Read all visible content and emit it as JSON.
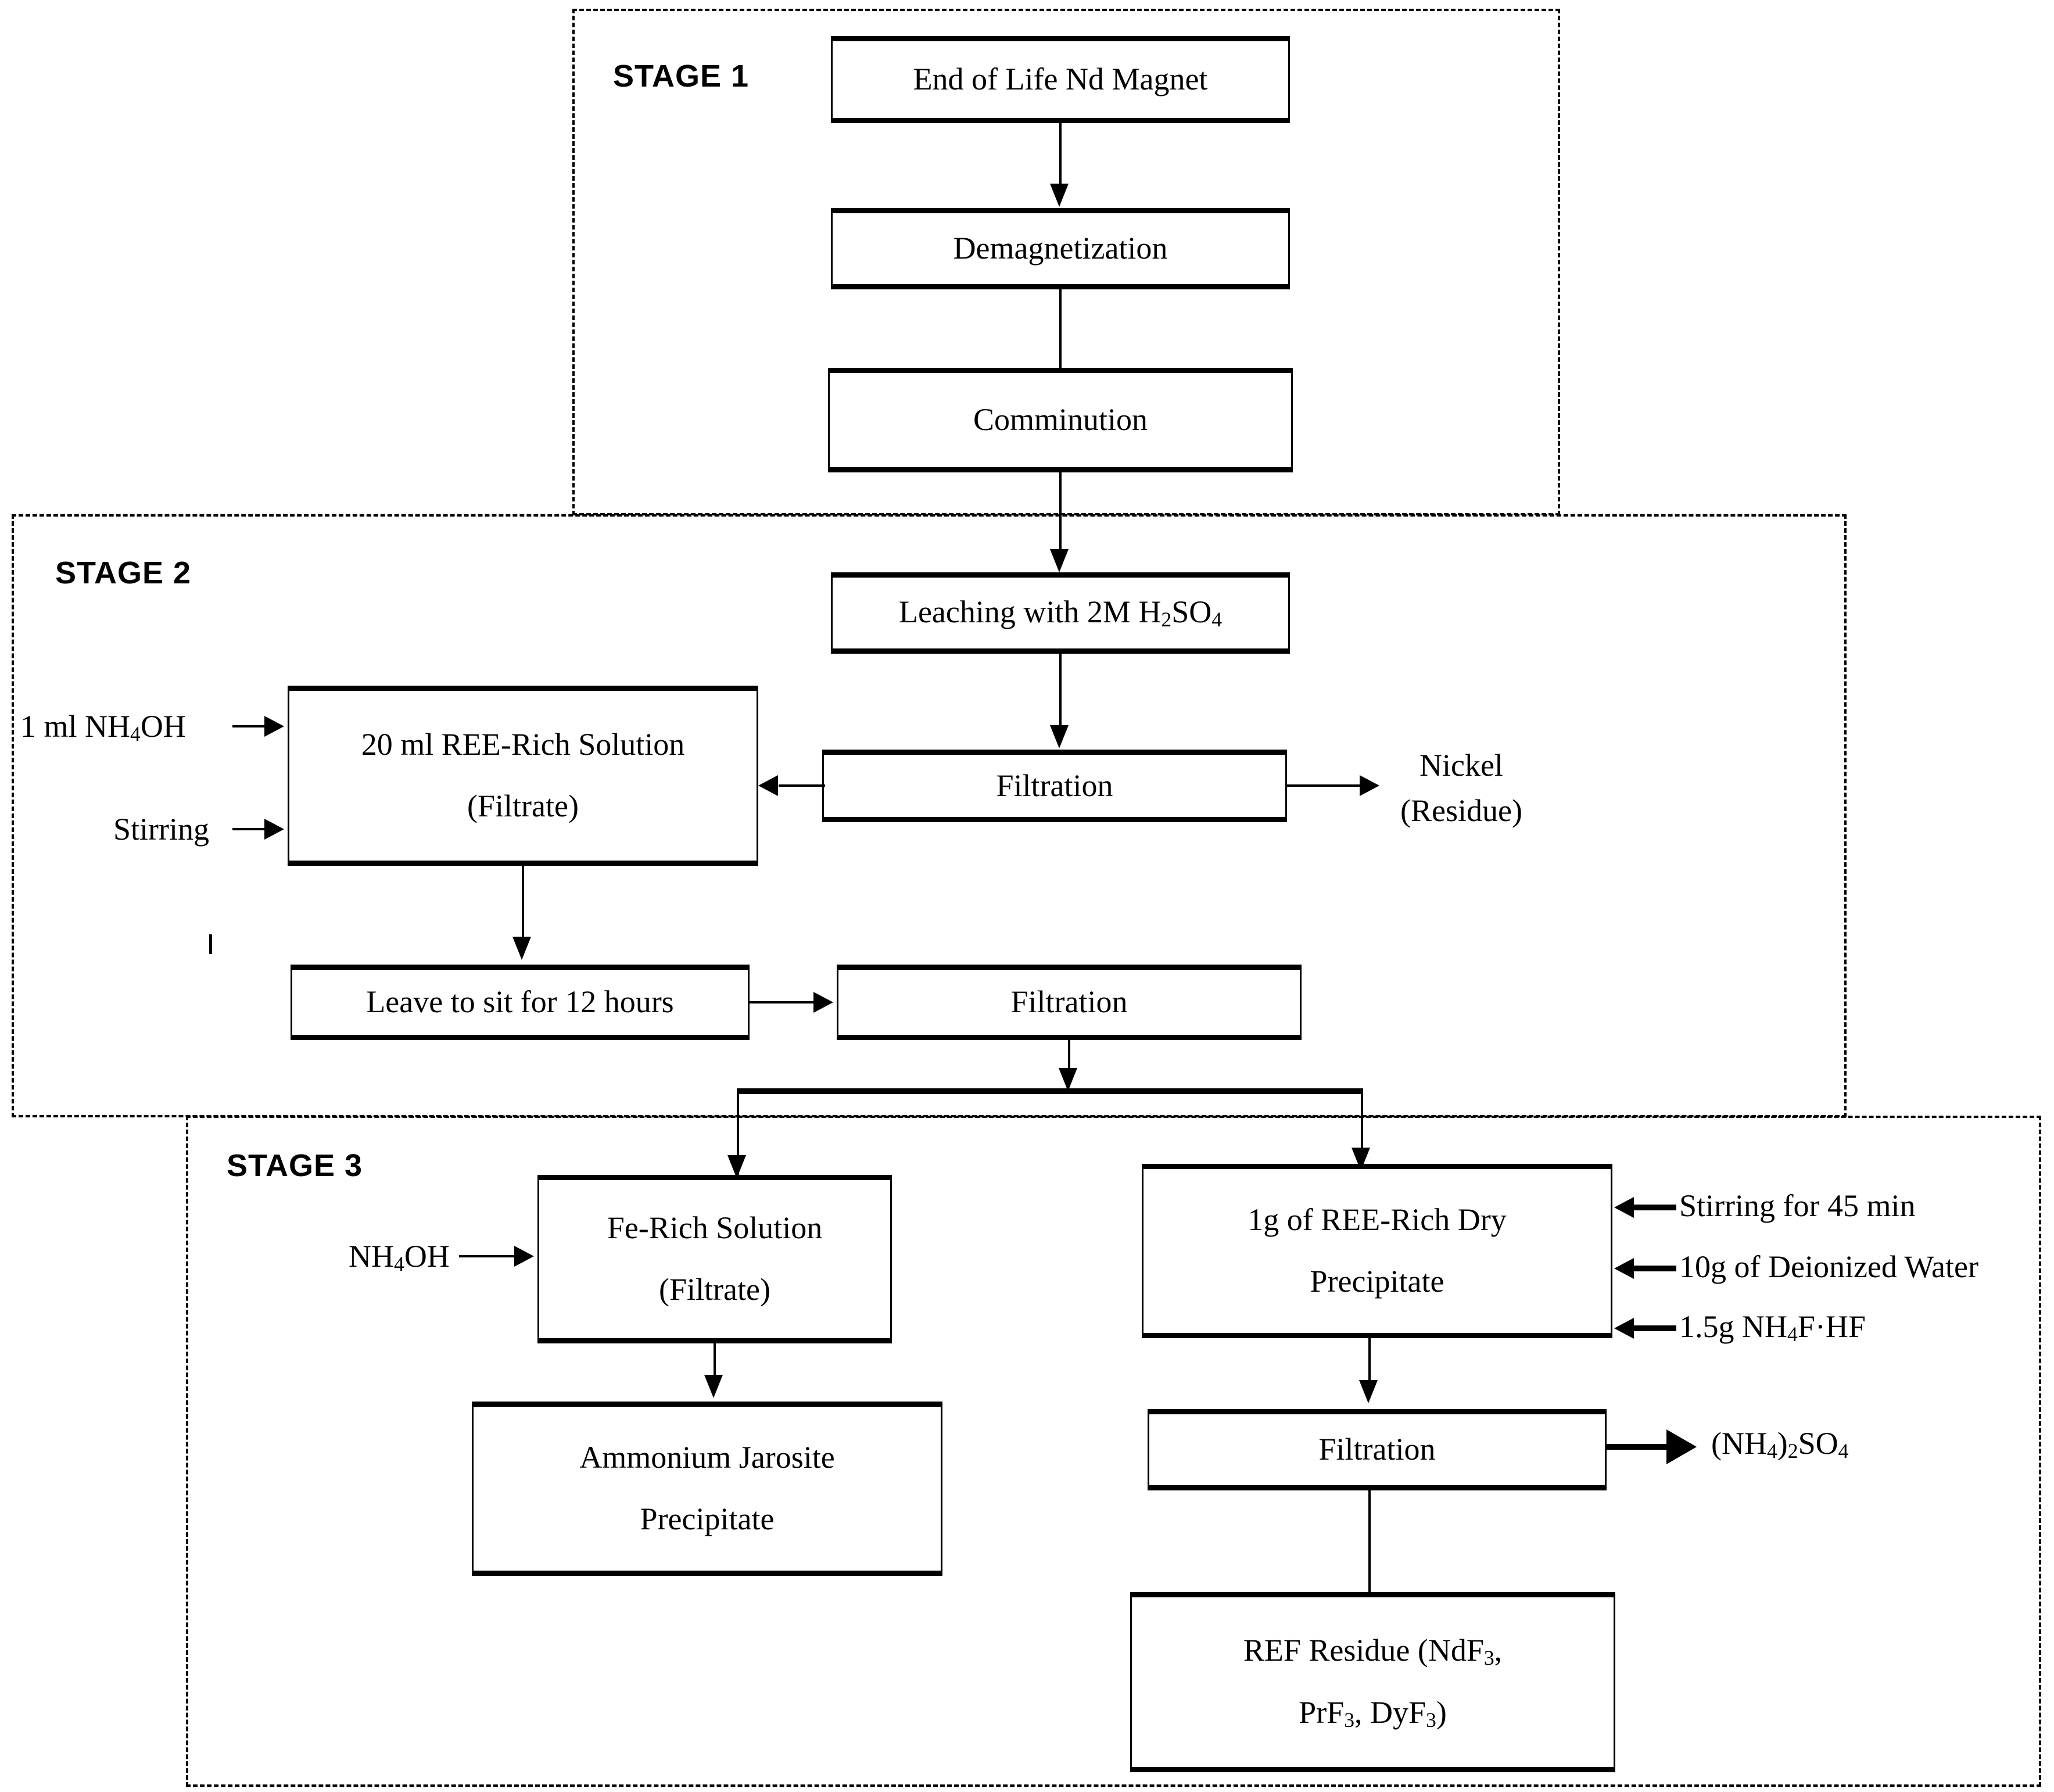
{
  "diagram": {
    "title": "Nd magnet REE recovery process flowchart",
    "stages": [
      {
        "label": "STAGE 1"
      },
      {
        "label": "STAGE 2"
      },
      {
        "label": "STAGE 3"
      }
    ],
    "nodes": {
      "eol_magnet": {
        "line1": "End of Life Nd Magnet"
      },
      "demagnetization": {
        "line1": "Demagnetization"
      },
      "comminution": {
        "line1": "Comminution"
      },
      "leaching": {
        "line1": "Leaching with 2M H",
        "sub1": "2",
        "mid1": "SO",
        "sub2": "4"
      },
      "filtration_1": {
        "line1": "Filtration"
      },
      "ree_solution": {
        "line1": "20 ml REE-Rich Solution",
        "line2": "(Filtrate)"
      },
      "leave_to_sit": {
        "line1": "Leave to sit for 12 hours"
      },
      "filtration_2": {
        "line1": "Filtration"
      },
      "fe_solution": {
        "line1": "Fe-Rich Solution",
        "line2": "(Filtrate)"
      },
      "ammonium_jarosite": {
        "line1": "Ammonium Jarosite",
        "line2": "Precipitate"
      },
      "ree_dry_precipitate": {
        "line1": "1g of REE-Rich Dry",
        "line2": "Precipitate"
      },
      "filtration_3": {
        "line1": "Filtration"
      },
      "ref_residue": {
        "line1a": "REF Residue (NdF",
        "sub1": "3",
        "line1b": ",",
        "line2a": "PrF",
        "sub2": "3",
        "line2b": ", DyF",
        "sub3": "3",
        "line2c": ")"
      }
    },
    "inputs": {
      "nh4oh_1ml": {
        "prefix": "1 ml NH",
        "sub": "4",
        "suffix": "OH"
      },
      "stirring": {
        "text": "Stirring"
      },
      "nh4oh": {
        "prefix": "NH",
        "sub": "4",
        "suffix": "OH"
      },
      "stirring_45min": {
        "text": "Stirring for 45 min"
      },
      "deionized_water": {
        "text": "10g of Deionized Water"
      },
      "nh4f_hf": {
        "prefix": "1.5g NH",
        "sub": "4",
        "suffix": "F·HF"
      }
    },
    "outputs": {
      "nickel_residue": {
        "line1": "Nickel",
        "line2": "(Residue)"
      },
      "ammonium_sulphate": {
        "prefix": "(NH",
        "sub1": "4",
        "mid": ")",
        "sub2": "2",
        "mid2": "SO",
        "sub3": "4"
      }
    },
    "colors": {
      "stroke": "#000000",
      "background": "#ffffff"
    }
  }
}
